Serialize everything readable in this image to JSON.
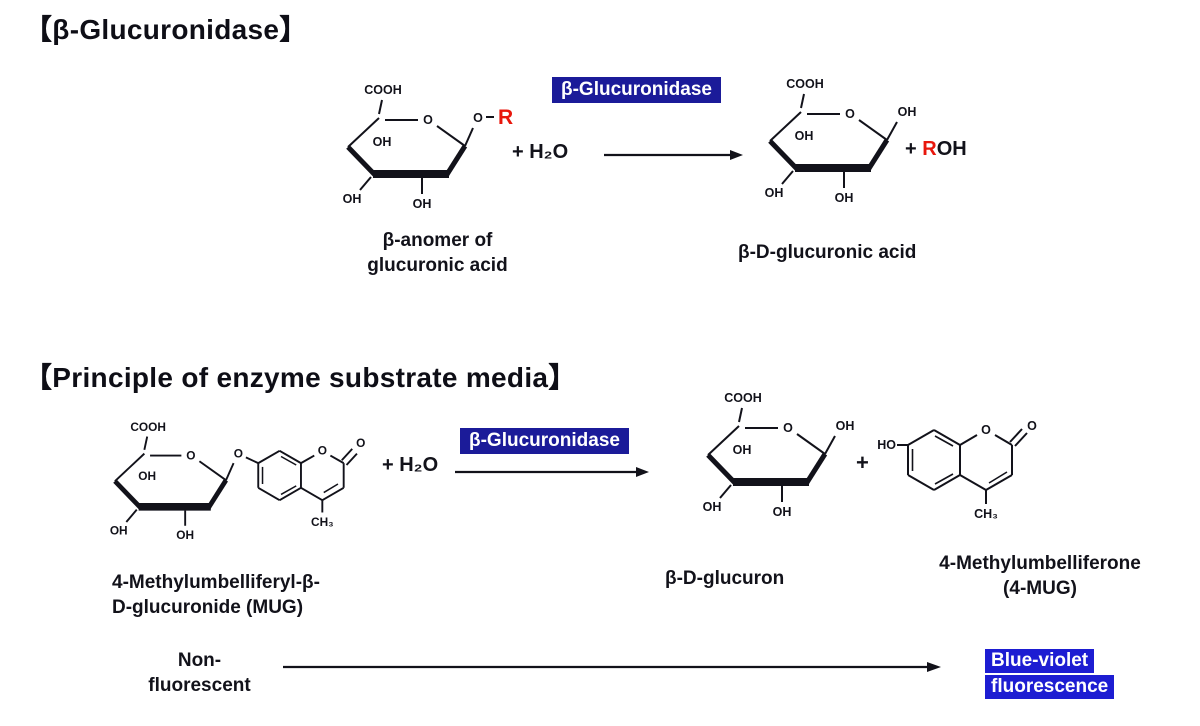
{
  "palette": {
    "text": "#12121a",
    "accent_red": "#e8170c",
    "enzyme_box_bg": "#1b1b99",
    "enzyme_box_text": "#ffffff",
    "highlight_bg": "#1d1dd2",
    "highlight_text": "#ffffff",
    "background": "#ffffff"
  },
  "atoms": {
    "cooh": "COOH",
    "o": "O",
    "oh": "OH",
    "ho": "HO",
    "ch3": "CH₃",
    "r": "R"
  },
  "section1": {
    "title": "【β-Glucuronidase】",
    "plus_h2o": "+ H₂O",
    "enzyme": "β-Glucuronidase",
    "plus": "+",
    "roh_r": "R",
    "roh_oh": "OH",
    "substrate_label_1": "β-anomer of",
    "substrate_label_2": "glucuronic acid",
    "product_label": "β-D-glucuronic acid"
  },
  "section2": {
    "title": "【Principle of enzyme substrate media】",
    "plus_h2o": "+ H₂O",
    "enzyme": "β-Glucuronidase",
    "plus": "+",
    "substrate_label_1": "4-Methylumbelliferyl-β-",
    "substrate_label_2": "D-glucuronide (MUG)",
    "product1_label": "β-D-glucuron",
    "product2_label_1": "4-Methylumbelliferone",
    "product2_label_2": "(4-MUG)",
    "before_state_1": "Non-",
    "before_state_2": "fluorescent",
    "after_state_1": "Blue-violet",
    "after_state_2": "fluorescence"
  }
}
